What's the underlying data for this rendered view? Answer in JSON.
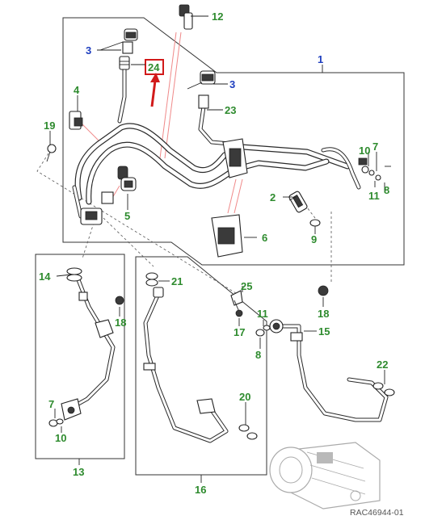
{
  "diagram": {
    "footer_code": "RAC46944-01",
    "highlighted_callout": "24",
    "callouts": {
      "c1": "1",
      "c2": "2",
      "c3a": "3",
      "c3b": "3",
      "c4": "4",
      "c5": "5",
      "c6": "6",
      "c7a": "7",
      "c7b": "7",
      "c8a": "8",
      "c8b": "8",
      "c9": "9",
      "c10a": "10",
      "c10b": "10",
      "c11a": "11",
      "c11b": "11",
      "c12": "12",
      "c13": "13",
      "c14": "14",
      "c15": "15",
      "c16": "16",
      "c17": "17",
      "c18a": "18",
      "c18b": "18",
      "c19": "19",
      "c20": "20",
      "c21": "21",
      "c22": "22",
      "c23": "23",
      "c24": "24",
      "c25": "25"
    },
    "colors": {
      "callout_green": "#2e8b2e",
      "callout_blue": "#1f3fbf",
      "highlight_red": "#d11a1a",
      "guide_pink": "#f08a8a"
    }
  }
}
